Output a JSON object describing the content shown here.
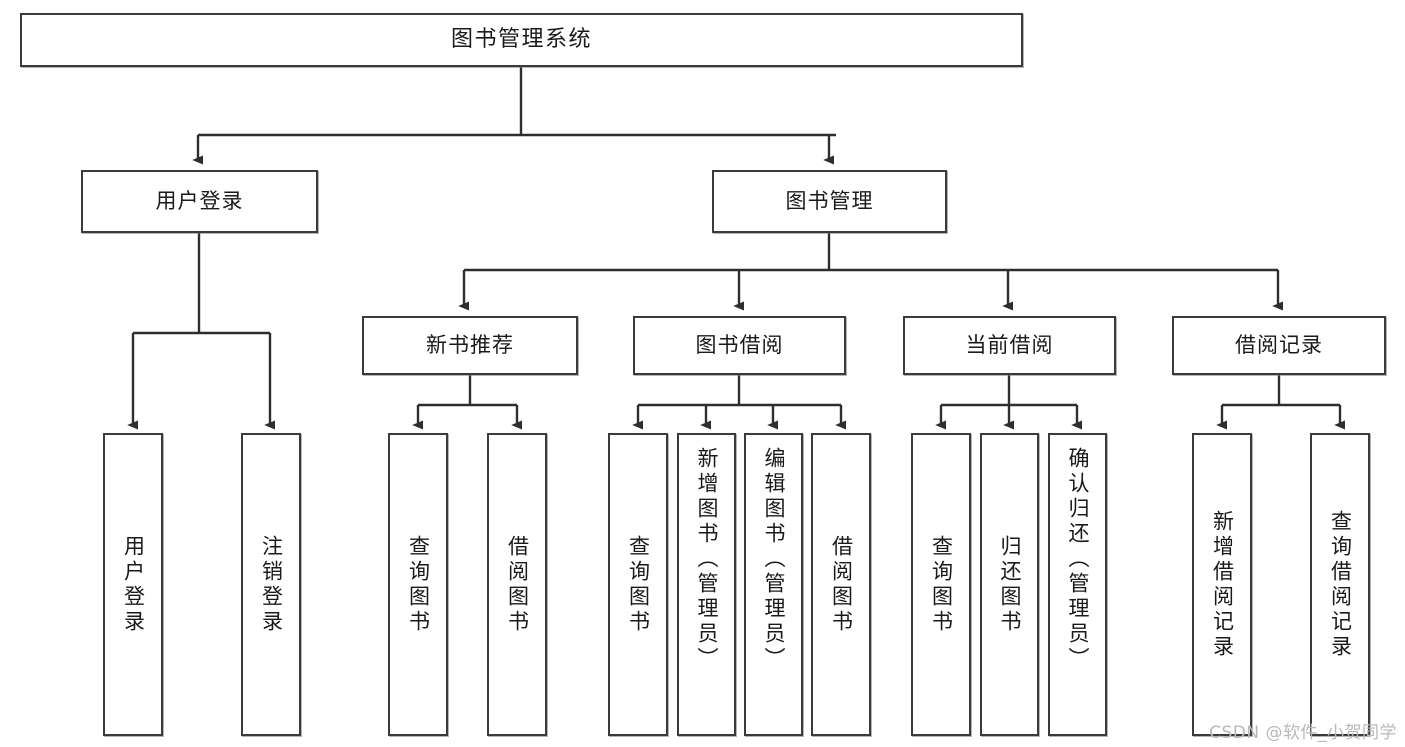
{
  "diagram": {
    "type": "tree-hierarchy",
    "title": "图书管理系统",
    "watermark": "CSDN @软件_小贺同学",
    "colors": {
      "box_border": "#3b3b3b",
      "box_fill": "#ffffff",
      "connector": "#2e2e2e",
      "text": "#1a1a1a",
      "watermark": "#b9b9b9"
    },
    "root": {
      "label": "图书管理系统"
    },
    "level2": [
      {
        "label": "用户登录"
      },
      {
        "label": "图书管理"
      }
    ],
    "level3": [
      {
        "label": "新书推荐"
      },
      {
        "label": "图书借阅"
      },
      {
        "label": "当前借阅"
      },
      {
        "label": "借阅记录"
      }
    ],
    "leaves": {
      "user_login": [
        {
          "label": "用户登录"
        },
        {
          "label": "注销登录"
        }
      ],
      "new_book": [
        {
          "label": "查询图书"
        },
        {
          "label": "借阅图书"
        }
      ],
      "borrow": [
        {
          "label": "查询图书"
        },
        {
          "label": "新增图书（管理员）"
        },
        {
          "label": "编辑图书（管理员）"
        },
        {
          "label": "借阅图书"
        }
      ],
      "current": [
        {
          "label": "查询图书"
        },
        {
          "label": "归还图书"
        },
        {
          "label": "确认归还（管理员）"
        }
      ],
      "records": [
        {
          "label": "新增借阅记录"
        },
        {
          "label": "查询借阅记录"
        }
      ]
    }
  }
}
